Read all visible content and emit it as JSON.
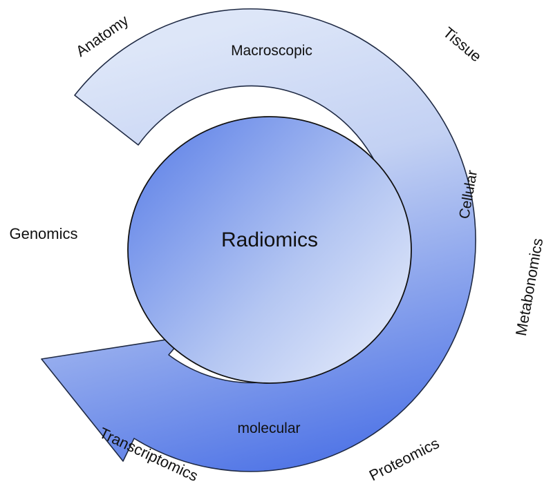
{
  "center": {
    "label": "Radiomics"
  },
  "scale_labels": {
    "macroscopic": "Macroscopic",
    "cellular": "Cellular",
    "molecular": "molecular"
  },
  "omics_labels": {
    "anatomy": "Anatomy",
    "tissue": "Tissue",
    "metabonomics": "Metabonomics",
    "proteomics": "Proteomics",
    "transcriptomics": "Transcriptomics",
    "genomics": "Genomics"
  },
  "colors": {
    "arrow_light": "#dde6f8",
    "arrow_dark": "#4f74e6",
    "circle_light": "#eef2fc",
    "circle_dark": "#5f82e8",
    "outline": "#111111"
  }
}
